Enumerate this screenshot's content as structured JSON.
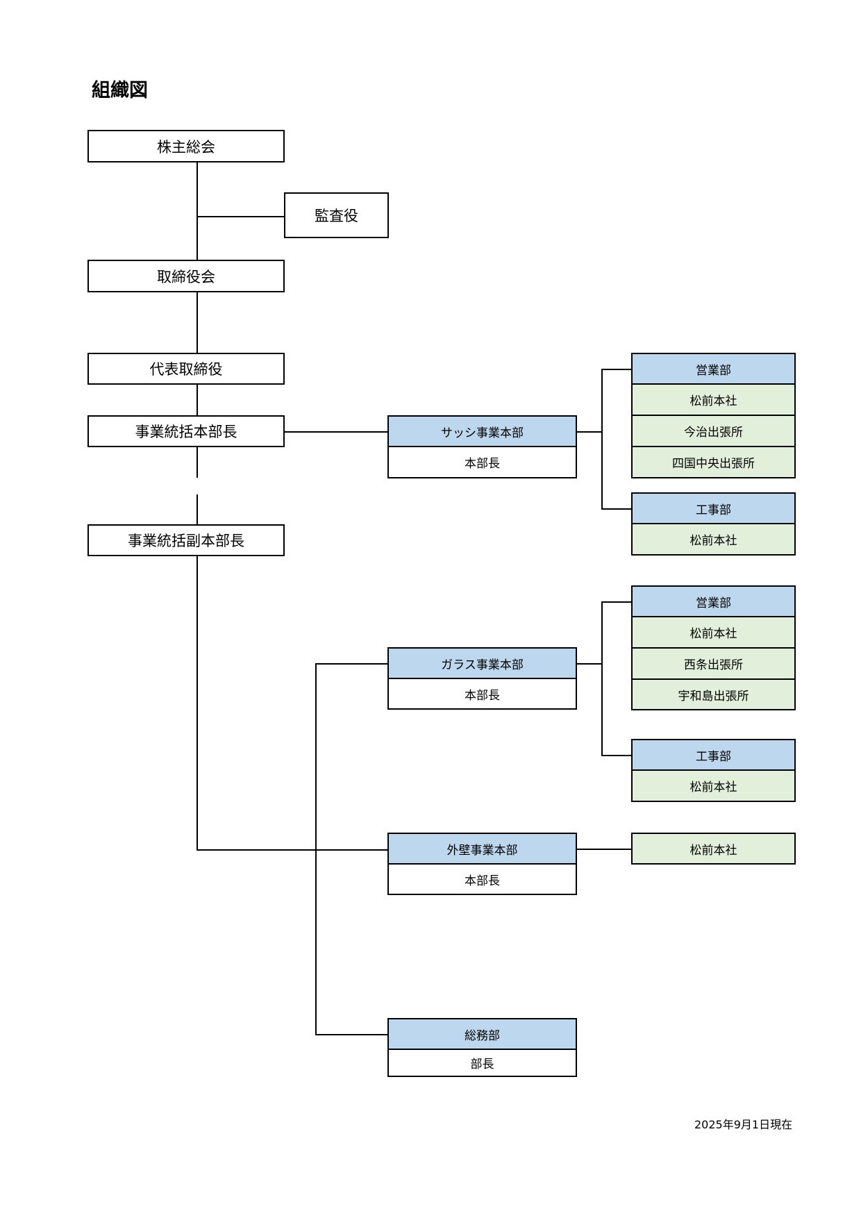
{
  "title": "組織図",
  "top": {
    "shareholders": "株主総会",
    "auditor": "監査役",
    "board": "取締役会",
    "ceo": "代表取締役",
    "gm": "事業統括本部長",
    "deputy_gm": "事業統括副本部長"
  },
  "divisions": {
    "sash": {
      "name": "サッシ事業本部",
      "head": "本部長"
    },
    "glass": {
      "name": "ガラス事業本部",
      "head": "本部長"
    },
    "exterior": {
      "name": "外壁事業本部",
      "head": "本部長"
    },
    "general": {
      "name": "総務部",
      "head": "部長"
    }
  },
  "sash_units": {
    "sales": {
      "name": "営業部",
      "offices": [
        "松前本社",
        "今治出張所",
        "四国中央出張所"
      ]
    },
    "construction": {
      "name": "工事部",
      "offices": [
        "松前本社"
      ]
    }
  },
  "glass_units": {
    "sales": {
      "name": "営業部",
      "offices": [
        "松前本社",
        "西条出張所",
        "宇和島出張所"
      ]
    },
    "construction": {
      "name": "工事部",
      "offices": [
        "松前本社"
      ]
    }
  },
  "exterior_units": {
    "offices": [
      "松前本社"
    ]
  },
  "date": "2025年9月1日現在",
  "colors": {
    "header_blue": "#bdd7ee",
    "office_green": "#e2efda"
  }
}
